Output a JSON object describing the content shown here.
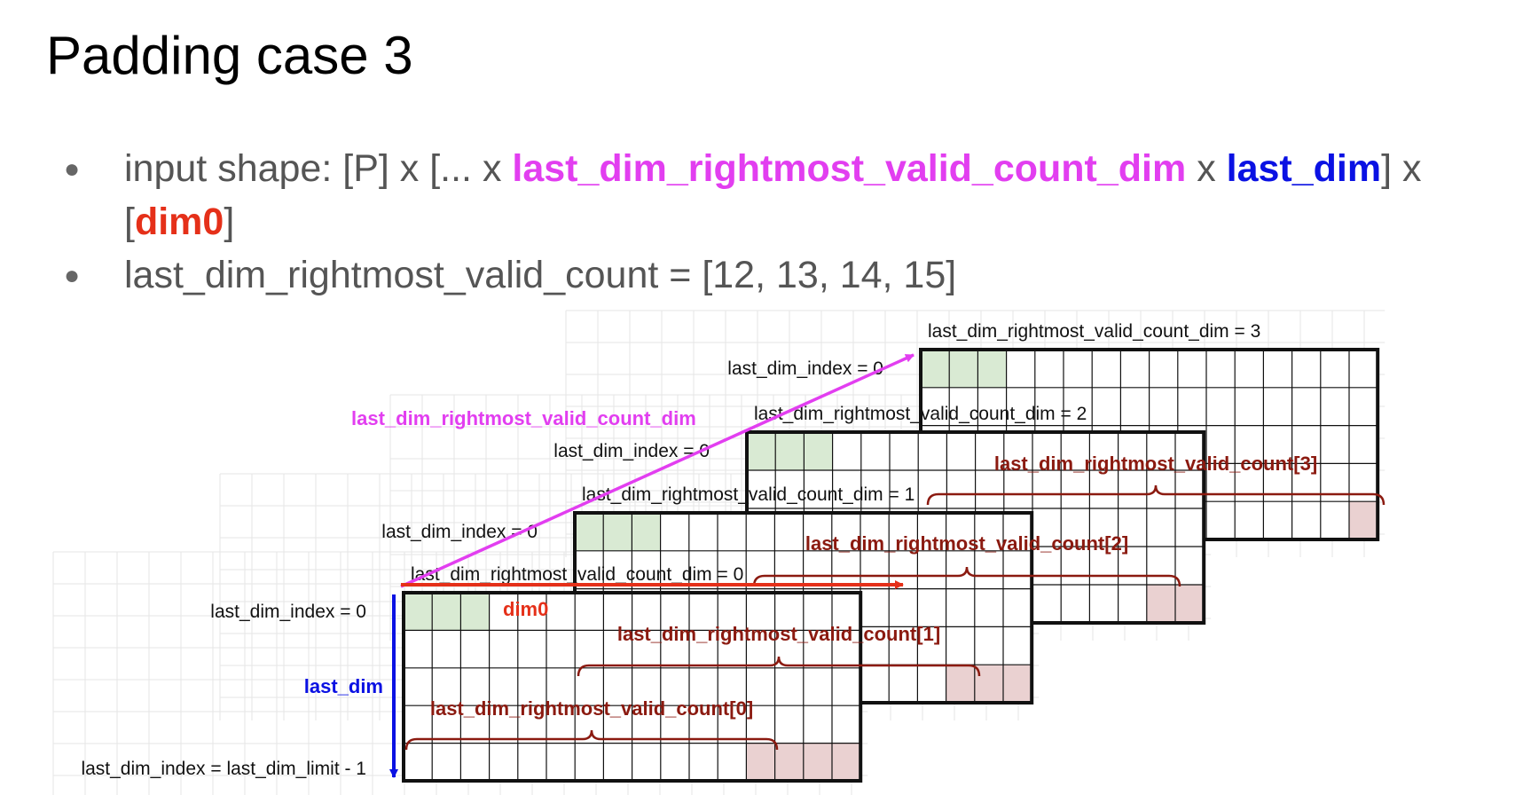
{
  "title": "Padding case 3",
  "bullets": {
    "b1_prefix": "input shape: [P] x [... x ",
    "b1_magenta": "last_dim_rightmost_valid_count_dim",
    "b1_mid": " x ",
    "b1_blue": "last_dim",
    "b1_suffix": "] x",
    "b1_line2_open": "[",
    "b1_red": "dim0",
    "b1_line2_close": "]",
    "b2": "last_dim_rightmost_valid_count = [12, 13, 14, 15]",
    "dot": "●"
  },
  "diagram": {
    "grids": [
      {
        "dim_label": "last_dim_rightmost_valid_count_dim = 0",
        "index_label": "last_dim_index = 0",
        "valid_count": 12,
        "brace_label": "last_dim_rightmost_valid_count[0]"
      },
      {
        "dim_label": "last_dim_rightmost_valid_count_dim = 1",
        "index_label": "last_dim_index = 0",
        "valid_count": 13,
        "brace_label": "last_dim_rightmost_valid_count[1]"
      },
      {
        "dim_label": "last_dim_rightmost_valid_count_dim = 2",
        "index_label": "last_dim_index = 0",
        "valid_count": 14,
        "brace_label": "last_dim_rightmost_valid_count[2]"
      },
      {
        "dim_label": "last_dim_rightmost_valid_count_dim = 3",
        "index_label": "last_dim_index = 0",
        "valid_count": 15,
        "brace_label": "last_dim_rightmost_valid_count[3]"
      }
    ],
    "bottom_index_label": "last_dim_index = last_dim_limit - 1",
    "arrow_labels": {
      "magenta": "last_dim_rightmost_valid_count_dim",
      "red": "dim0",
      "blue": "last_dim"
    },
    "colors": {
      "magenta": "#e23ef0",
      "red": "#e53019",
      "blue": "#0a11e3",
      "brace": "#8b1a10",
      "green_cell": "#d9ead3",
      "pink_cell": "#ead1d1"
    }
  }
}
